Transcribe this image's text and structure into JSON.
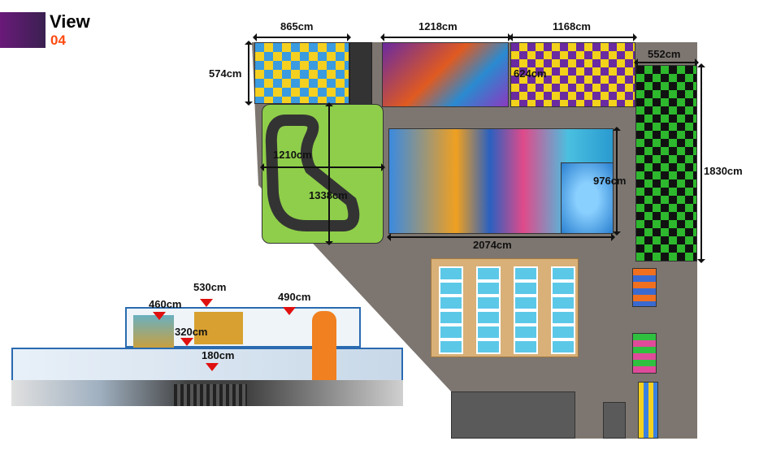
{
  "header": {
    "title": "View",
    "number": "04"
  },
  "colors": {
    "accent": "#ff4a10",
    "brand_block": "#5a1a6e",
    "floor": "#7d7670",
    "green_zone": "#2db82d"
  },
  "floor_plan": {
    "dimensions": {
      "top_left_width": "865cm",
      "top_left_height": "574cm",
      "top_middle_width": "1218cm",
      "top_right_width": "1168cm",
      "top_right_height": "624cm",
      "right_zone_width": "552cm",
      "right_zone_height": "1830cm",
      "track_width": "1210cm",
      "track_height": "1338cm",
      "main_height": "976cm",
      "main_width": "2074cm"
    }
  },
  "elevation": {
    "heights": [
      "530cm",
      "460cm",
      "490cm",
      "320cm",
      "180cm"
    ]
  }
}
